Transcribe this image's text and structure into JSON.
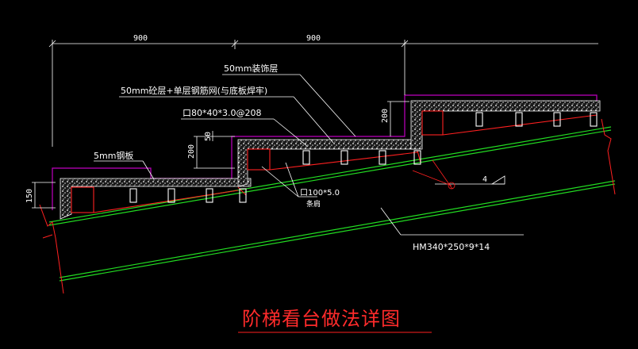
{
  "drawing": {
    "title": "阶梯看台做法详图",
    "colors": {
      "background": "#000000",
      "outline_magenta": "#c000c0",
      "steel_red": "#ff2020",
      "green_beam": "#22dd22",
      "white": "#ffffff"
    },
    "dimensions": {
      "span_left": "900",
      "span_right": "900",
      "rise_left": "150",
      "rise_mid": "200",
      "rise_right": "200",
      "gap_small": "50"
    },
    "labels": {
      "finish_layer": "50mm装饰层",
      "mortar_mesh": "50mm砼层+单层钢筋网(与底板焊牢)",
      "tube": "口80*40*3.0@208",
      "plate": "5mm钢板",
      "pipe_a": "口100*5.0",
      "pipe_b": "条肩",
      "beam": "HM340*250*9*14",
      "slope": "4"
    }
  }
}
